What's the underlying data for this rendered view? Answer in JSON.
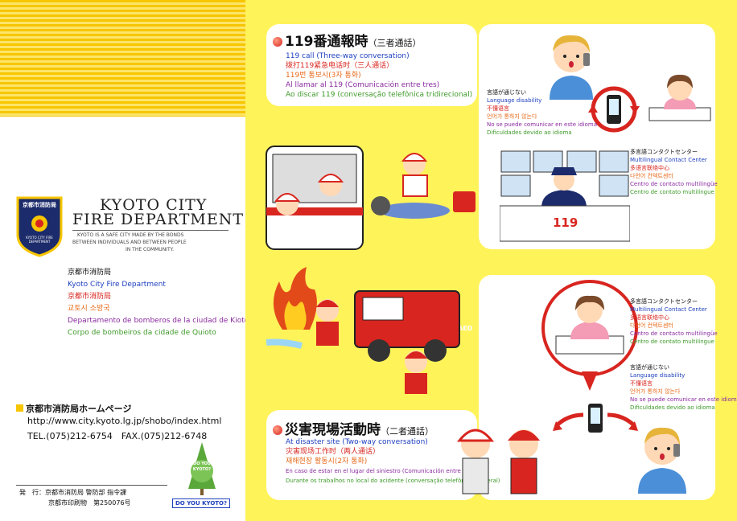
{
  "left": {
    "dept_name_1": "KYOTO CITY",
    "dept_name_2": "FIRE DEPARTMENT",
    "emblem_text_1": "京都市消防局",
    "emblem_text_2": "KYOTO CITY FIRE DEPARTMENT",
    "slogan": [
      "KYOTO IS A SAFE CITY MADE BY THE BONDS",
      "BETWEEN INDIVIDUALS AND BETWEEN PEOPLE",
      "IN THE COMMUNITY."
    ],
    "names": [
      {
        "text": "京都市消防局",
        "color": "#111111"
      },
      {
        "text": "Kyoto City Fire Department",
        "color": "#1d3fbf"
      },
      {
        "text": "京都市消防局",
        "color": "#d8251f"
      },
      {
        "text": "교토시 소방국",
        "color": "#e86a1a"
      },
      {
        "text": "Departamento de bomberos de la ciudad de Kioto",
        "color": "#8b2aa0"
      },
      {
        "text": "Corpo de bombeiros da cidade de Quioto",
        "color": "#3e9a2a"
      }
    ],
    "homepage_label": "京都市消防局ホームページ",
    "url": "http://www.city.kyoto.lg.jp/shobo/index.html",
    "contact": "TEL.(075)212-6754　FAX.(075)212-6748",
    "issuer_label": "発　行：京都市消防局 警防部 指令課",
    "print_no": "京都市印刷物　第250076号",
    "mascot_text": "DO YOU KYOTO?",
    "mascot_tag": "DO YOU KYOTO?"
  },
  "call119": {
    "title": "119番通報時",
    "subtitle": "（三者通話）",
    "lines": [
      {
        "text": "119 call (Three-way conversation)",
        "color": "#1d3fbf"
      },
      {
        "text": "拨打119紧急电话时（三人通话）",
        "color": "#d8251f"
      },
      {
        "text": "119번 통보시(3자 통화)",
        "color": "#e86a1a"
      },
      {
        "text": "Al llamar al 119 (Comunicación entre tres)",
        "color": "#8b2aa0"
      },
      {
        "text": "Ao discar 119 (conversação telefônica tridirecional)",
        "color": "#3e9a2a"
      }
    ],
    "lang_barrier": [
      {
        "text": "言語が通じない",
        "color": "#111111"
      },
      {
        "text": "Language disability",
        "color": "#1d3fbf"
      },
      {
        "text": "不懂语言",
        "color": "#d8251f"
      },
      {
        "text": "언어가 통하지 않는다",
        "color": "#e86a1a"
      },
      {
        "text": "No se puede comunicar en este idioma",
        "color": "#8b2aa0"
      },
      {
        "text": "Dificuldades devido ao idioma",
        "color": "#3e9a2a"
      }
    ],
    "contact_center": [
      {
        "text": "多言語コンタクトセンター",
        "color": "#111111"
      },
      {
        "text": "Multilingual Contact Center",
        "color": "#1d3fbf"
      },
      {
        "text": "多语言联络中心",
        "color": "#d8251f"
      },
      {
        "text": "다언어 컨텍트센터",
        "color": "#e86a1a"
      },
      {
        "text": "Centro de contacto multilingüe",
        "color": "#8b2aa0"
      },
      {
        "text": "Centro de contato multilíngue",
        "color": "#3e9a2a"
      }
    ],
    "desk_number": "119",
    "aed_label": "AED"
  },
  "disaster": {
    "title": "災害現場活動時",
    "subtitle": "（二者通話）",
    "lines": [
      {
        "text": "At disaster site (Two-way conversation)",
        "color": "#1d3fbf"
      },
      {
        "text": "灾害现场工作时（两人通话）",
        "color": "#d8251f"
      },
      {
        "text": "재해현장 활동시(2자 통화)",
        "color": "#e86a1a"
      },
      {
        "text": "En caso de estar en el lugar del siniestro (Comunicación entre dos)",
        "color": "#8b2aa0"
      },
      {
        "text": "Durante os trabalhos no local do acidente (conversação telefônica bilateral)",
        "color": "#3e9a2a"
      }
    ],
    "contact_center": [
      {
        "text": "多言語コンタクトセンター",
        "color": "#111111"
      },
      {
        "text": "Multilingual Contact Center",
        "color": "#1d3fbf"
      },
      {
        "text": "多语言联络中心",
        "color": "#d8251f"
      },
      {
        "text": "다언어 컨텍트센터",
        "color": "#e86a1a"
      },
      {
        "text": "Centro de contacto multilingüe",
        "color": "#8b2aa0"
      },
      {
        "text": "Centro de contato multilíngue",
        "color": "#3e9a2a"
      }
    ],
    "lang_barrier": [
      {
        "text": "言語が通じない",
        "color": "#111111"
      },
      {
        "text": "Language disability",
        "color": "#1d3fbf"
      },
      {
        "text": "不懂语言",
        "color": "#d8251f"
      },
      {
        "text": "언어가 통하지 않는다",
        "color": "#e86a1a"
      },
      {
        "text": "No se puede comunicar en este idioma",
        "color": "#8b2aa0"
      },
      {
        "text": "Dificuldades devido ao idioma",
        "color": "#3e9a2a"
      }
    ]
  },
  "colors": {
    "accent_red": "#d8251f",
    "panel_bg": "#fff35a",
    "stripe": "#f7c600",
    "navy": "#1c2b6b"
  }
}
